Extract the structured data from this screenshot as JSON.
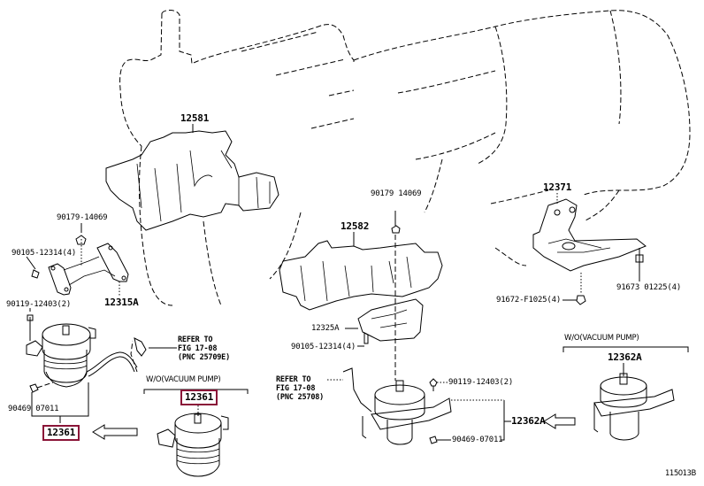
{
  "diagram": {
    "id": "115013B",
    "highlight_color": "#8a1538",
    "parts": {
      "p12581": "12581",
      "p12582": "12582",
      "p12371": "12371",
      "p12315A": "12315A",
      "p12325A": "12325A",
      "p12361_left": "12361",
      "p12361_boxed": "12361",
      "p12362A_right": "12362A",
      "p12362A_cond": "12362A"
    },
    "fasteners": {
      "f90179_left": "90179-14069",
      "f90105_left": "90105-12314(4)",
      "f90119_left": "90119-12403(2)",
      "f90469_left": "90469 07011",
      "f90179_mid": "90179 14069",
      "f90105_mid": "90105-12314(4)",
      "f90119_mid": "90119-12403(2)",
      "f90469_mid": "90469-07011",
      "f91672": "91672-F1025(4)",
      "f91673": "91673 01225(4)"
    },
    "references": {
      "left": {
        "line1": "REFER TO",
        "line2": "FIG 17-08",
        "line3": "(PNC 25709E)"
      },
      "mid": {
        "line1": "REFER TO",
        "line2": "FIG 17-08",
        "line3": "(PNC 25708)"
      }
    },
    "conditions": {
      "mid": "W/O(VACUUM PUMP)",
      "right": "W/O(VACUUM PUMP)"
    }
  }
}
